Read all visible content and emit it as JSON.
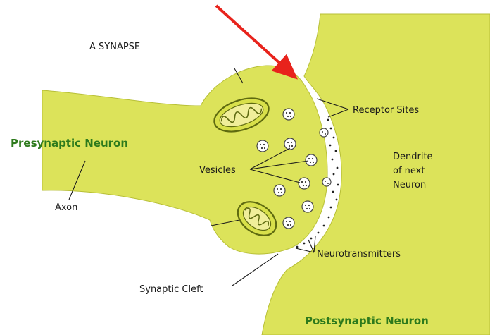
{
  "title": "A SYNAPSE",
  "labels": {
    "presynaptic": "Presynaptic Neuron",
    "postsynaptic": "Postsynaptic Neuron",
    "axon": "Axon",
    "vesicles": "Vesicles",
    "receptor_sites": "Receptor Sites",
    "dendrite_line1": "Dendrite",
    "dendrite_line2": "of next",
    "dendrite_line3": "Neuron",
    "neurotransmitters": "Neurotransmitters",
    "synaptic_cleft": "Synaptic Cleft"
  },
  "colors": {
    "neuron_fill": "#dce35a",
    "neuron_stroke": "#b7bf36",
    "mito_fill": "#d8e04a",
    "mito_stroke": "#5e6a10",
    "mito_inner": "#f0ee9a",
    "label_green": "#2d7a1c",
    "arrow_red": "#e8231c"
  }
}
